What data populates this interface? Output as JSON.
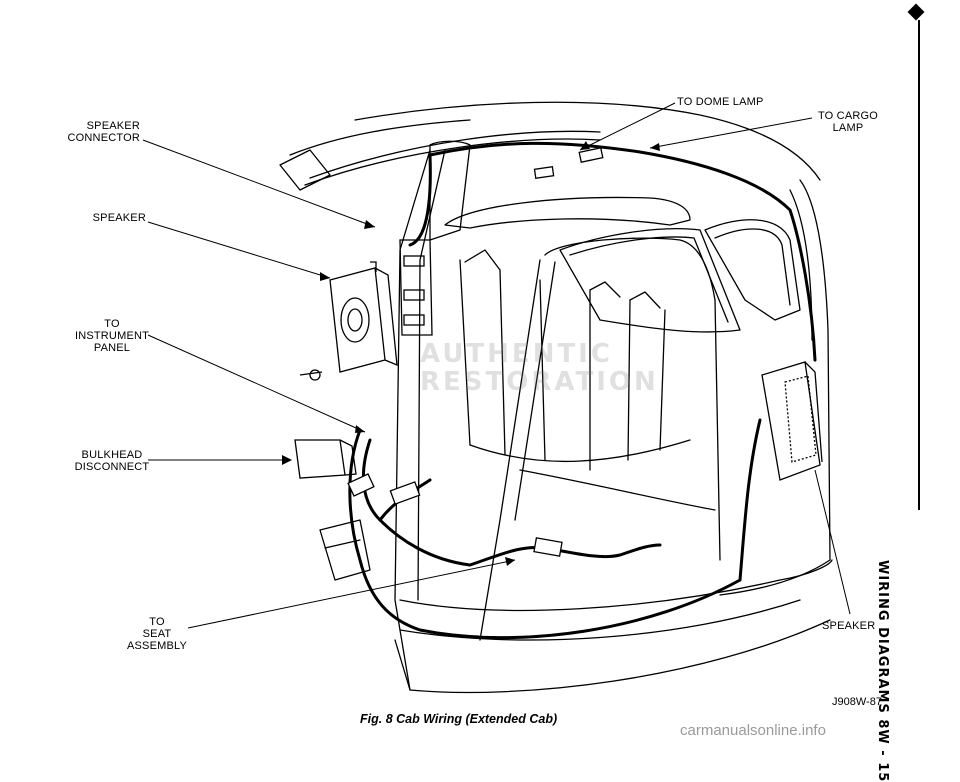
{
  "labels": {
    "speaker_connector": "SPEAKER\nCONNECTOR",
    "speaker_left": "SPEAKER",
    "to_instrument_panel": "TO\nINSTRUMENT\nPANEL",
    "bulkhead_disconnect": "BULKHEAD\nDISCONNECT",
    "to_seat_assembly": "TO\nSEAT\nASSEMBLY",
    "to_dome_lamp": "TO DOME LAMP",
    "to_cargo_lamp": "TO CARGO\nLAMP",
    "speaker_right": "SPEAKER"
  },
  "figure": {
    "caption": "Fig. 8 Cab Wiring (Extended Cab)",
    "code": "J908W-87"
  },
  "side": {
    "title": "WIRING DIAGRAMS   8W - 15"
  },
  "watermark": {
    "line1": "AUTHENTIC",
    "line2": "RESTORATION"
  },
  "footer": {
    "site": "carmanualsonline.info"
  }
}
